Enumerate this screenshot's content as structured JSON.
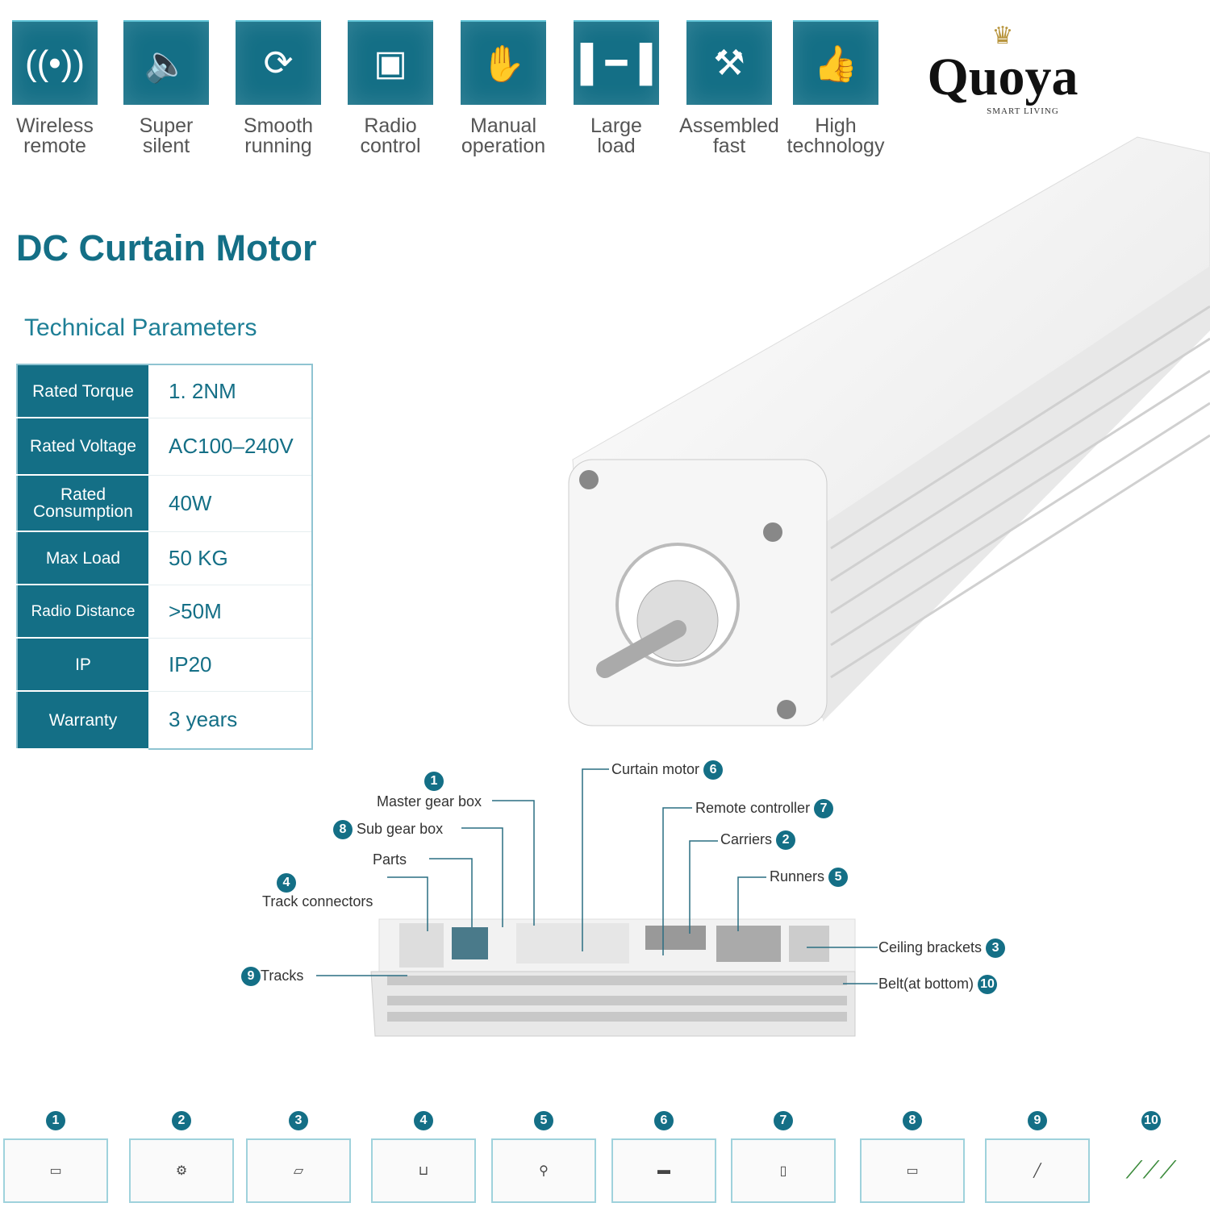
{
  "features": [
    {
      "icon": "wireless-antenna-icon",
      "label": "Wireless remote"
    },
    {
      "icon": "speaker-mute-icon",
      "label": "Super silent"
    },
    {
      "icon": "rotate-arrows-icon",
      "label": "Smooth running"
    },
    {
      "icon": "radio-switch-icon",
      "label": "Radio control"
    },
    {
      "icon": "hand-pull-icon",
      "label": "Manual operation"
    },
    {
      "icon": "dumbbell-icon",
      "label": "Large load"
    },
    {
      "icon": "tools-icon",
      "label": "Assembled fast"
    },
    {
      "icon": "thumbs-up-icon",
      "label": "High technology"
    }
  ],
  "brand": {
    "name": "Quoya",
    "tagline": "SMART LIVING"
  },
  "title": "DC Curtain Motor",
  "subtitle": "Technical Parameters",
  "params": [
    {
      "key": "Rated Torque",
      "value": "1. 2NM"
    },
    {
      "key": "Rated Voltage",
      "value": "AC100–240V"
    },
    {
      "key": "Rated Consumption",
      "value": "40W"
    },
    {
      "key": "Max Load",
      "value": "50 KG"
    },
    {
      "key": "Radio Distance",
      "value": ">50M"
    },
    {
      "key": "IP",
      "value": "IP20"
    },
    {
      "key": "Warranty",
      "value": "3 years"
    }
  ],
  "callouts": {
    "master_gear_box": {
      "label": "Master gear box",
      "num": "1"
    },
    "sub_gear_box": {
      "label": "Sub gear box",
      "num": "8"
    },
    "parts": {
      "label": "Parts"
    },
    "track_connectors": {
      "label": "Track connectors",
      "num": "4"
    },
    "tracks": {
      "label": "Tracks",
      "num": "9"
    },
    "curtain_motor": {
      "label": "Curtain motor",
      "num": "6"
    },
    "remote_controller": {
      "label": "Remote controller",
      "num": "7"
    },
    "carriers": {
      "label": "Carriers",
      "num": "2"
    },
    "runners": {
      "label": "Runners",
      "num": "5"
    },
    "ceiling_brackets": {
      "label": "Ceiling brackets",
      "num": "3"
    },
    "belt": {
      "label": "Belt(at bottom)",
      "num": "10"
    }
  },
  "parts": [
    "1",
    "2",
    "3",
    "4",
    "5",
    "6",
    "7",
    "8",
    "9",
    "10"
  ],
  "colors": {
    "teal": "#146f86",
    "gold": "#b8953d"
  }
}
